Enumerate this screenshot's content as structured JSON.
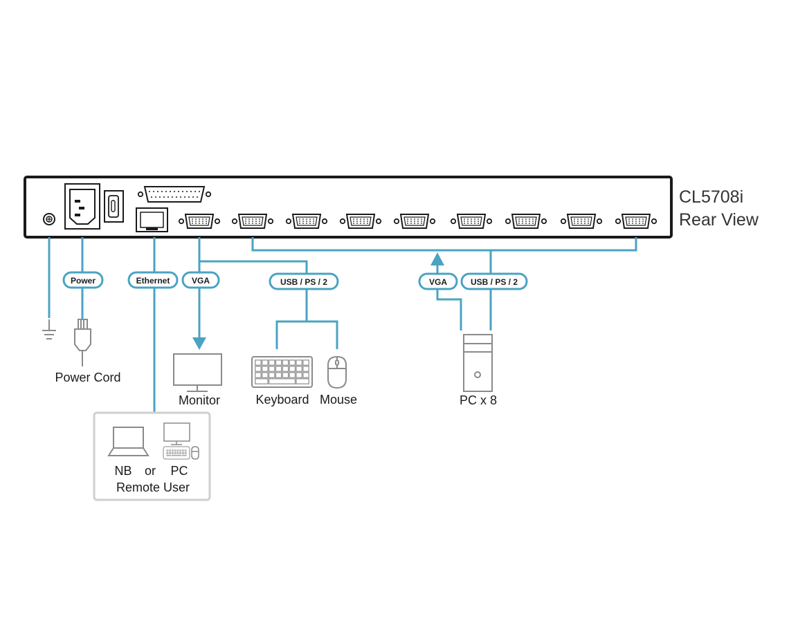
{
  "title": {
    "model": "CL5708i",
    "view": "Rear View"
  },
  "cable_labels": {
    "power": "Power",
    "ethernet": "Ethernet",
    "vga_console": "VGA",
    "usb_ps2_console": "USB / PS / 2",
    "vga_pc": "VGA",
    "usb_ps2_pc": "USB / PS / 2"
  },
  "devices": {
    "power_cord": "Power Cord",
    "monitor": "Monitor",
    "keyboard": "Keyboard",
    "mouse": "Mouse",
    "pc": "PC x 8",
    "remote_nb": "NB",
    "remote_or": "or",
    "remote_pc": "PC",
    "remote_user": "Remote User"
  },
  "kvm_port_count": 8,
  "colors": {
    "cable": "#4aa3c2",
    "outline": "#1a1a1a",
    "device_gray": "#8a8a8a",
    "remote_box": "#cfcfcf"
  },
  "icons": [
    "ground-icon",
    "power-plug-icon",
    "monitor-icon",
    "keyboard-icon",
    "mouse-icon",
    "pc-tower-icon",
    "laptop-icon",
    "desktop-pc-icon"
  ]
}
